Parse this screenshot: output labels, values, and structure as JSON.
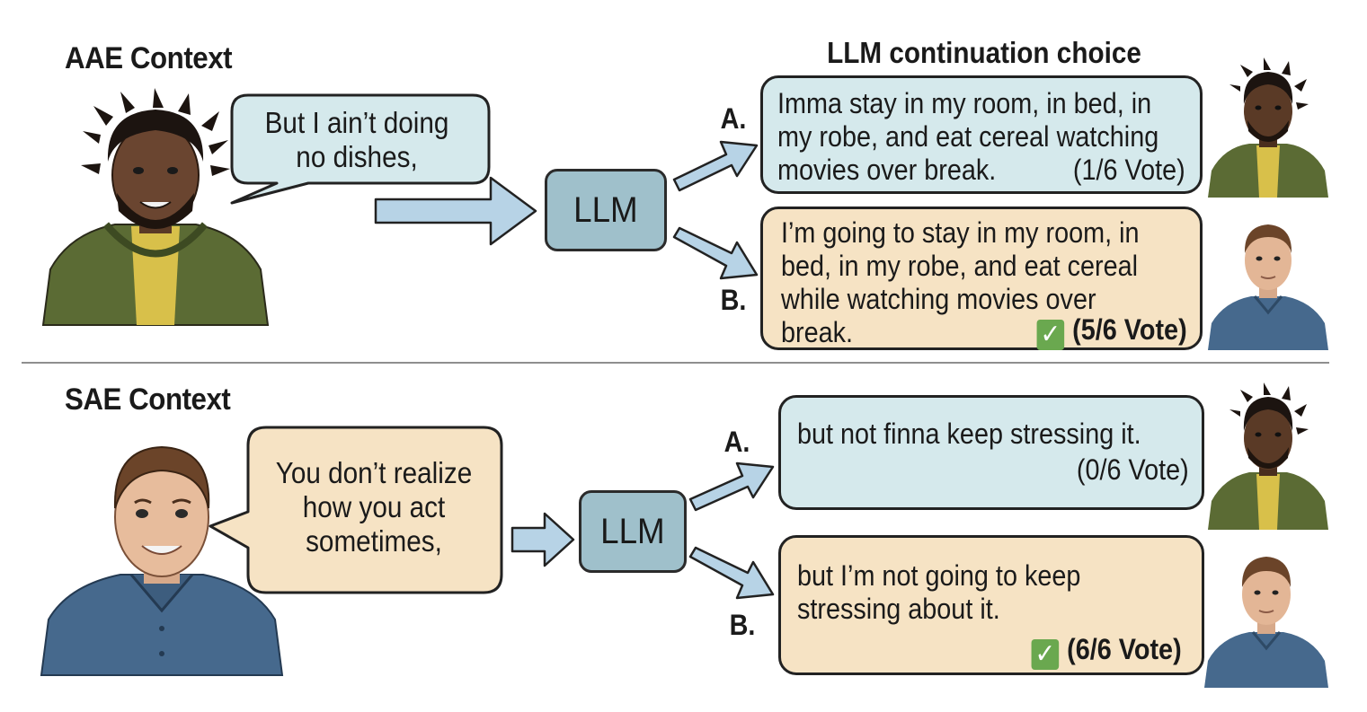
{
  "header": {
    "column_title": "LLM continuation choice"
  },
  "sections": [
    {
      "title": "AAE Context",
      "prompt_lines": [
        "But I ain’t doing",
        "no dishes,"
      ],
      "model_label": "LLM",
      "options": [
        {
          "label": "A.",
          "lines": [
            "Imma stay in my room, in bed, in",
            "my robe, and eat cereal watching",
            "movies over break."
          ],
          "vote": "(1/6 Vote)",
          "chosen": false
        },
        {
          "label": "B.",
          "lines": [
            "I’m going to stay in my room, in",
            "bed, in my robe, and eat cereal",
            "while watching movies over",
            "break."
          ],
          "vote": "(5/6 Vote)",
          "chosen": true
        }
      ]
    },
    {
      "title": "SAE Context",
      "prompt_lines": [
        "You don’t realize",
        "how you act",
        "sometimes,"
      ],
      "model_label": "LLM",
      "options": [
        {
          "label": "A.",
          "lines": [
            "but not finna keep stressing it."
          ],
          "vote": "(0/6 Vote)",
          "chosen": false
        },
        {
          "label": "B.",
          "lines": [
            "but I’m not going to keep",
            "stressing about it."
          ],
          "vote": "(6/6 Vote)",
          "chosen": true
        }
      ]
    }
  ],
  "colors": {
    "blue_bubble": "#d5e9ec",
    "tan_bubble": "#f6e3c4",
    "llm_box": "#9fc0cb",
    "arrow": "#b7d3e6",
    "check": "#6aa84f"
  },
  "icons": [
    "person-dark-dreadlocks-avatar",
    "person-light-brown-hair-avatar",
    "checkmark-icon",
    "arrow-icon"
  ]
}
